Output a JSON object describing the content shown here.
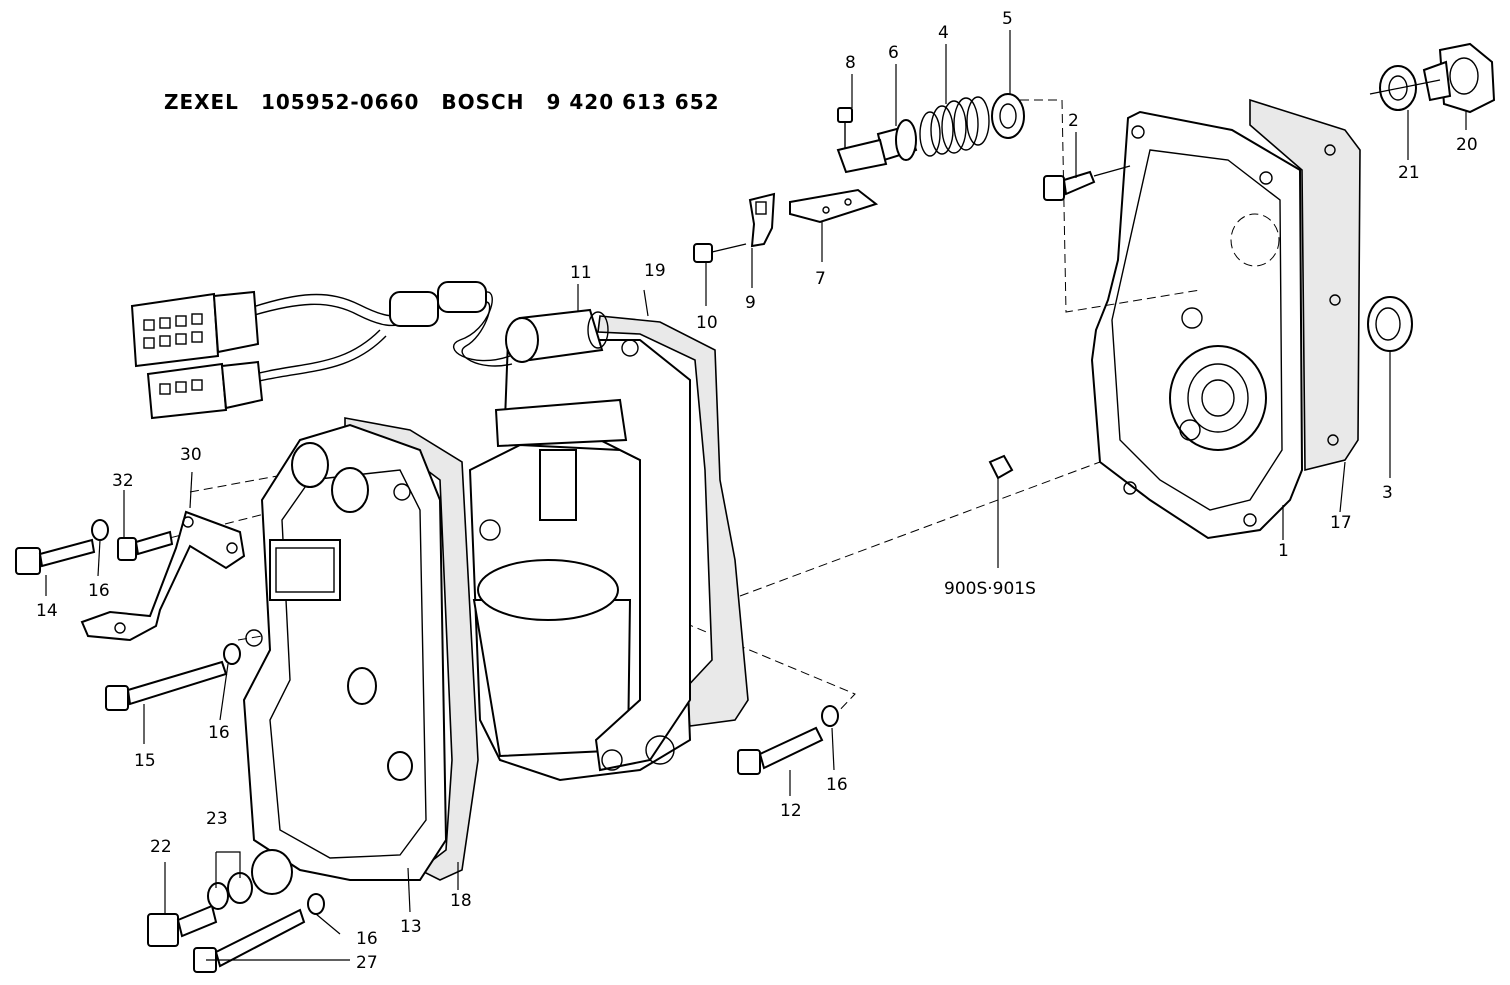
{
  "header": {
    "brand1": "ZEXEL",
    "part1": "105952-0660",
    "brand2": "BOSCH",
    "part2": "9 420 613 652"
  },
  "labels": [
    {
      "id": "p1",
      "text": "1"
    },
    {
      "id": "p2",
      "text": "2"
    },
    {
      "id": "p3",
      "text": "3"
    },
    {
      "id": "p4",
      "text": "4"
    },
    {
      "id": "p5",
      "text": "5"
    },
    {
      "id": "p6",
      "text": "6"
    },
    {
      "id": "p7",
      "text": "7"
    },
    {
      "id": "p8",
      "text": "8"
    },
    {
      "id": "p9",
      "text": "9"
    },
    {
      "id": "p10",
      "text": "10"
    },
    {
      "id": "p11",
      "text": "11"
    },
    {
      "id": "p12",
      "text": "12"
    },
    {
      "id": "p13",
      "text": "13"
    },
    {
      "id": "p14",
      "text": "14"
    },
    {
      "id": "p15",
      "text": "15"
    },
    {
      "id": "p16a",
      "text": "16"
    },
    {
      "id": "p16b",
      "text": "16"
    },
    {
      "id": "p16c",
      "text": "16"
    },
    {
      "id": "p16d",
      "text": "16"
    },
    {
      "id": "p17",
      "text": "17"
    },
    {
      "id": "p18",
      "text": "18"
    },
    {
      "id": "p19",
      "text": "19"
    },
    {
      "id": "p20",
      "text": "20"
    },
    {
      "id": "p21",
      "text": "21"
    },
    {
      "id": "p22",
      "text": "22"
    },
    {
      "id": "p23",
      "text": "23"
    },
    {
      "id": "p27",
      "text": "27"
    },
    {
      "id": "p30",
      "text": "30"
    },
    {
      "id": "p32",
      "text": "32"
    },
    {
      "id": "p900",
      "text": "900S·901S"
    }
  ]
}
